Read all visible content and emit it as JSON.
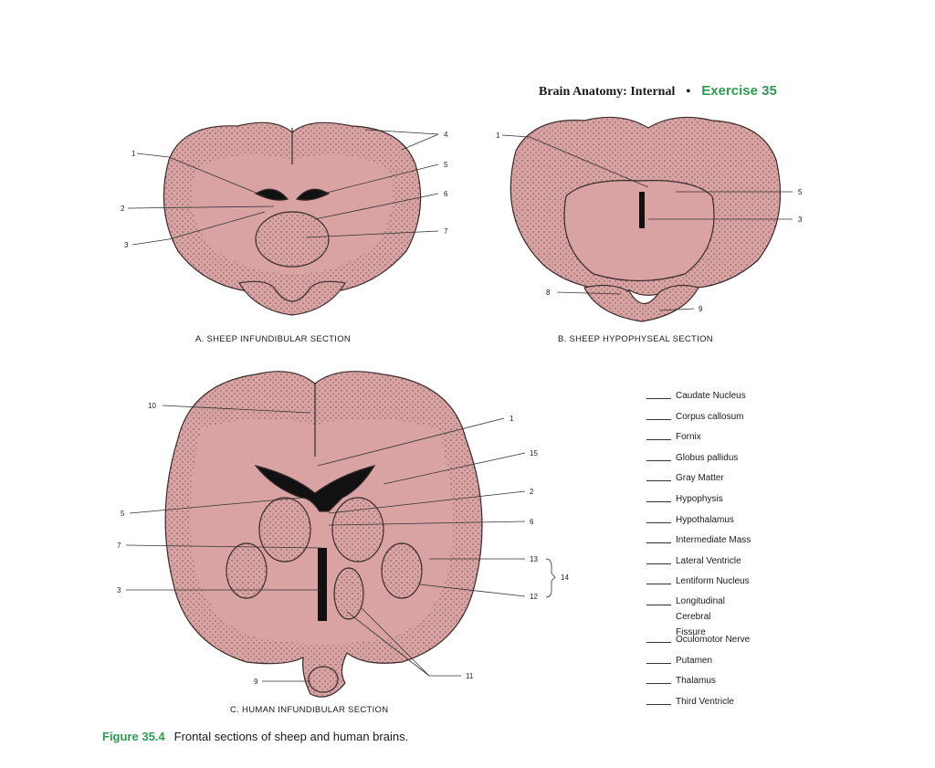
{
  "header": {
    "title": "Brain Anatomy: Internal",
    "bullet": "•",
    "exercise": "Exercise 35"
  },
  "sections": {
    "a": "A. SHEEP INFUNDIBULAR SECTION",
    "b": "B. SHEEP HYPOPHYSEAL SECTION",
    "c": "C. HUMAN INFUNDIBULAR SECTION"
  },
  "figure_caption": {
    "number": "Figure 35.4",
    "text": "Frontal sections of sheep and human brains."
  },
  "terms": [
    "Caudate Nucleus",
    "Corpus callosum",
    "Fornix",
    "Globus pallidus",
    "Gray Matter",
    "Hypophysis",
    "Hypothalamus",
    "Intermediate Mass",
    "Lateral Ventricle",
    "Lentiform Nucleus",
    "Longitudinal Cerebral Fissure",
    "Oculomotor Nerve",
    "Putamen",
    "Thalamus",
    "Third Ventricle"
  ],
  "labels_a": [
    "1",
    "2",
    "3",
    "4",
    "5",
    "6",
    "7"
  ],
  "labels_b": [
    "1",
    "5",
    "3",
    "8",
    "9"
  ],
  "labels_c": [
    "10",
    "1",
    "15",
    "2",
    "6",
    "5",
    "7",
    "13",
    "14",
    "12",
    "3",
    "11",
    "9"
  ],
  "colors": {
    "tissue": "#d9a3a3",
    "outline": "#3a2a2a",
    "ventricle": "#111111",
    "accent": "#2e9a52"
  }
}
